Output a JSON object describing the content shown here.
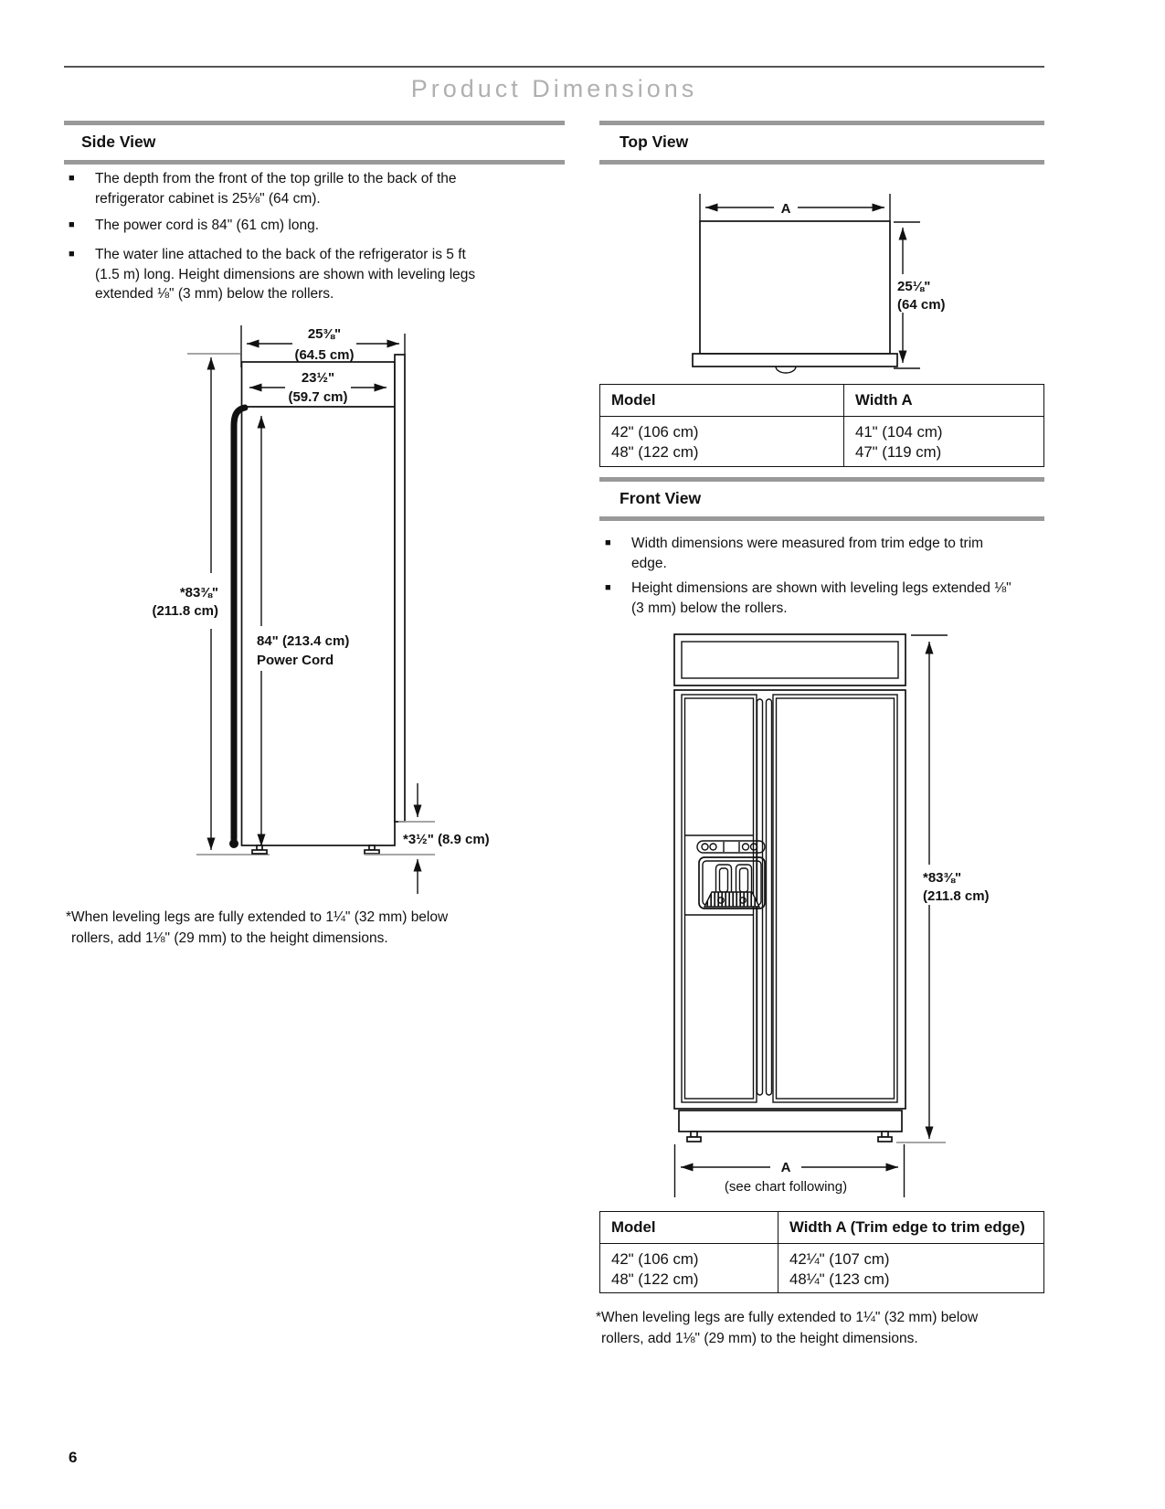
{
  "page": {
    "title": "Product Dimensions",
    "page_number": "6",
    "bullet_marker": "■",
    "colors": {
      "accent_bar": "#999999",
      "title_gray": "#b0b0b0",
      "line_black": "#111111",
      "line_gray": "#9a9a9a"
    }
  },
  "side_view": {
    "heading": "Side View",
    "bullets": [
      {
        "lines": [
          "The depth from the front of the top grille to the back of the",
          "refrigerator cabinet is 25⅛\" (64 cm)."
        ]
      },
      {
        "lines": [
          "The power cord is 84\" (61 cm) long."
        ]
      },
      {
        "lines": [
          "The water line attached to the back of the refrigerator is 5 ft",
          "(1.5 m) long. Height dimensions are shown with leveling legs",
          "extended ⅛\" (3 mm) below the rollers."
        ]
      }
    ],
    "diagram": {
      "depth_total_in": "25⅜\"",
      "depth_total_cm": "(64.5 cm)",
      "depth_cabinet_in": "23½\"",
      "depth_cabinet_cm": "(59.7 cm)",
      "height_in": "*83⅜\"",
      "height_cm": "(211.8 cm)",
      "power_cord_line1": "84\" (213.4 cm)",
      "power_cord_line2": "Power Cord",
      "base_height": "*3½\" (8.9 cm)"
    },
    "footnote_lines": [
      "*When leveling legs are fully extended to 1¼\" (32 mm) below",
      "rollers, add 1⅛\" (29 mm) to the height dimensions."
    ]
  },
  "top_view": {
    "heading": "Top View",
    "diagram": {
      "width_label": "A",
      "depth_in": "25⅛\"",
      "depth_cm": "(64 cm)"
    },
    "table": {
      "col1_header": "Model",
      "col2_header": "Width A",
      "col1_lines": [
        "42\" (106 cm)",
        "48\" (122 cm)"
      ],
      "col2_lines": [
        "41\" (104 cm)",
        "47\" (119 cm)"
      ]
    }
  },
  "front_view": {
    "heading": "Front View",
    "bullets": [
      {
        "lines": [
          "Width dimensions were measured from trim edge to trim",
          "edge."
        ]
      },
      {
        "lines": [
          "Height dimensions are shown with leveling legs extended ⅛\"",
          "(3 mm) below the rollers."
        ]
      }
    ],
    "diagram": {
      "width_label": "A",
      "width_note": "(see chart following)",
      "height_in": "*83⅜\"",
      "height_cm": "(211.8 cm)"
    },
    "table": {
      "col1_header": "Model",
      "col2_header": "Width A (Trim edge to trim edge)",
      "col1_lines": [
        "42\" (106 cm)",
        "48\" (122 cm)"
      ],
      "col2_lines": [
        "42¼\" (107 cm)",
        "48¼\" (123 cm)"
      ]
    },
    "footnote_lines": [
      "*When leveling legs are fully extended to 1¼\" (32 mm) below",
      "rollers, add 1⅛\" (29 mm) to the height dimensions."
    ]
  }
}
